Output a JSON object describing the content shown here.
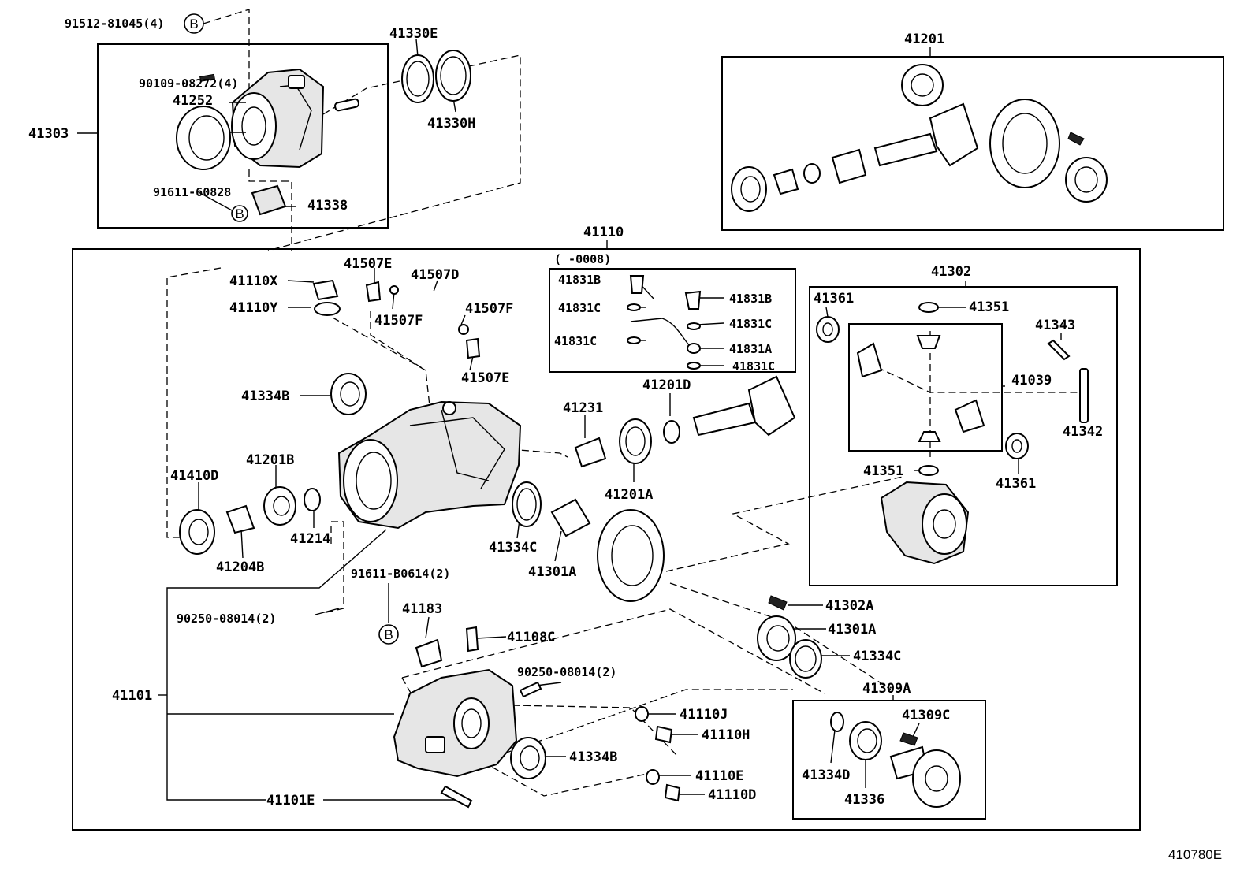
{
  "diagram": {
    "reference_code": "410780E",
    "labels": {
      "p91512": "91512-81045(4)",
      "p90109": "90109-08272(4)",
      "p41252": "41252",
      "p41303": "41303",
      "p41330E": "41330E",
      "p41330H": "41330H",
      "p91611_60828": "91611-60828",
      "p41338": "41338",
      "p41201": "41201",
      "p41110": "41110",
      "p0008": "(       -0008)",
      "p41831B_l": "41831B",
      "p41831C_l1": "41831C",
      "p41831C_l2": "41831C",
      "p41831B_r": "41831B",
      "p41831C_r1": "41831C",
      "p41831A": "41831A",
      "p41831C_r2": "41831C",
      "p41302": "41302",
      "p41361_a": "41361",
      "p41351_a": "41351",
      "p41343": "41343",
      "p41039": "41039",
      "p41342": "41342",
      "p41351_b": "41351",
      "p41361_b": "41361",
      "p41110X": "41110X",
      "p41110Y": "41110Y",
      "p41507E_a": "41507E",
      "p41507D": "41507D",
      "p41507F_a": "41507F",
      "p41507F_b": "41507F",
      "p41507E_b": "41507E",
      "p41334B_a": "41334B",
      "p41410D": "41410D",
      "p41201B": "41201B",
      "p41214": "41214",
      "p41204B": "41204B",
      "p41231": "41231",
      "p41201D": "41201D",
      "p41201A_a": "41201A",
      "p41334C_a": "41334C",
      "p41301A_a": "41301A",
      "p91611_B0614": "91611-B0614(2)",
      "p90250_a": "90250-08014(2)",
      "p41183": "41183",
      "p41108C": "41108C",
      "p90250_b": "90250-08014(2)",
      "p41302A": "41302A",
      "p41301A_b": "41301A",
      "p41334C_b": "41334C",
      "p41309A": "41309A",
      "p41309C": "41309C",
      "p41334D": "41334D",
      "p41336": "41336",
      "p41110J": "41110J",
      "p41110H": "41110H",
      "p41334B_b": "41334B",
      "p41110E": "41110E",
      "p41110D": "41110D",
      "p41101": "41101",
      "p41101E": "41101E"
    },
    "callout_letter": "B"
  }
}
